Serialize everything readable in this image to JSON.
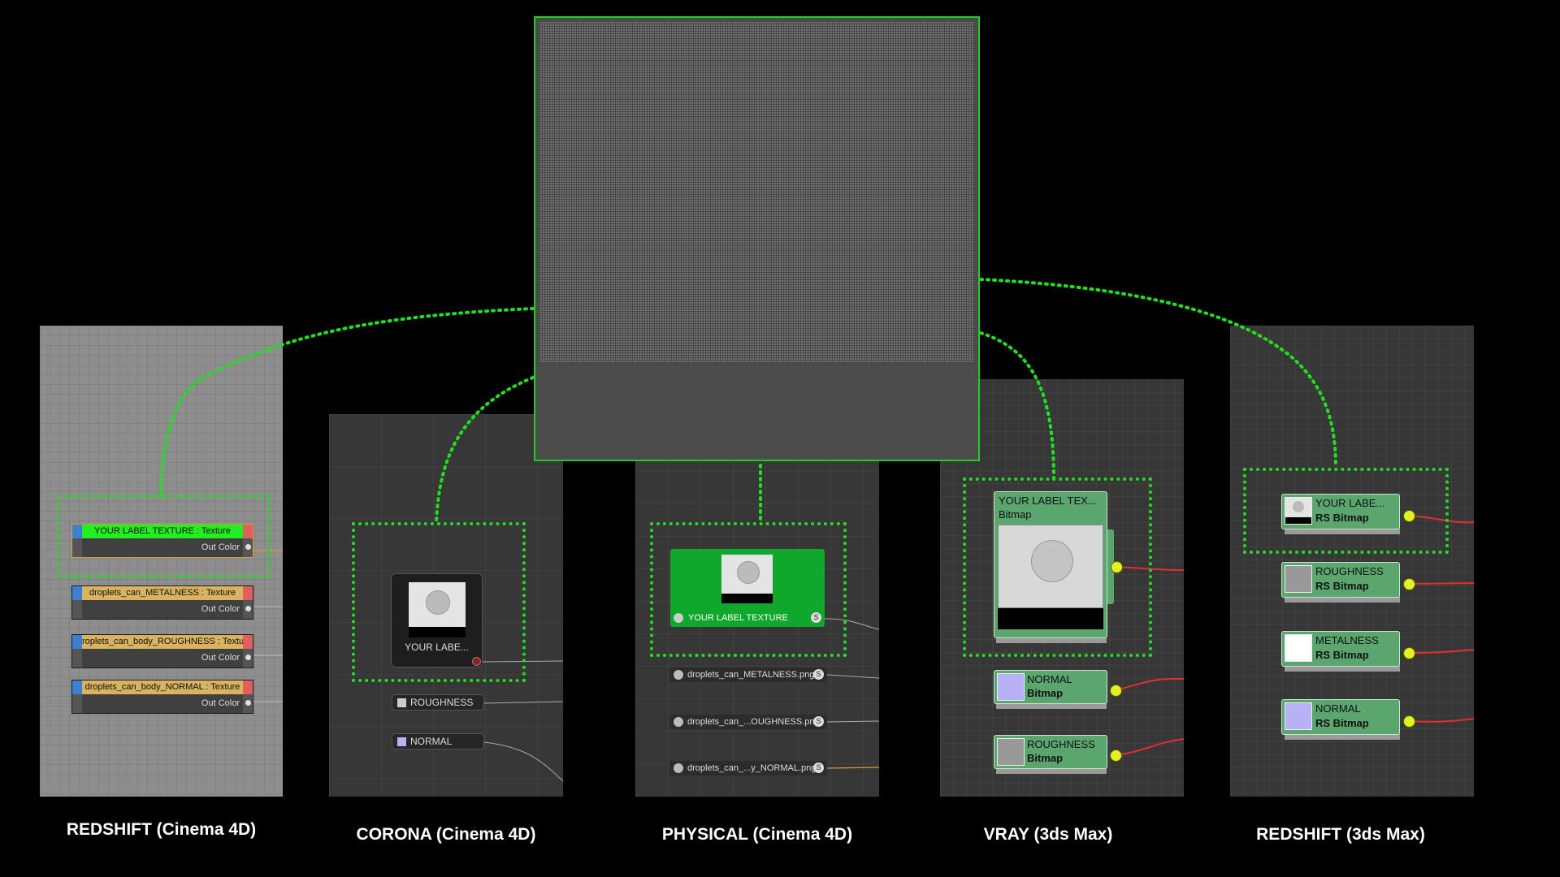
{
  "captions": {
    "rs_c4d": "REDSHIFT (Cinema 4D)",
    "corona": "CORONA (Cinema 4D)",
    "physical": "PHYSICAL (Cinema 4D)",
    "vray": "VRAY (3ds Max)",
    "rs_max": "REDSHIFT (3ds Max)"
  },
  "redshift_c4d": {
    "nodes": [
      {
        "title": "YOUR LABEL TEXTURE : Texture",
        "out": "Out Color"
      },
      {
        "title": "droplets_can_METALNESS : Texture",
        "out": "Out Color"
      },
      {
        "title": "roplets_can_body_ROUGHNESS : Textu",
        "out": "Out Color"
      },
      {
        "title": "droplets_can_body_NORMAL : Texture",
        "out": "Out Color"
      }
    ]
  },
  "corona": {
    "main_label": "YOUR LABE...",
    "roughness": "ROUGHNESS",
    "normal": "NORMAL"
  },
  "physical": {
    "main_label": "YOUR LABEL TEXTURE",
    "tags": [
      "droplets_can_METALNESS.png",
      "droplets_can_...OUGHNESS.png",
      "droplets_can_...y_NORMAL.png"
    ],
    "s_icon": "S"
  },
  "vray": {
    "main": {
      "title": "YOUR LABEL TEX...",
      "sub": "Bitmap"
    },
    "normal": {
      "title": "NORMAL",
      "sub": "Bitmap"
    },
    "roughness": {
      "title": "ROUGHNESS",
      "sub": "Bitmap"
    }
  },
  "redshift_max": {
    "nodes": [
      {
        "title": "YOUR LABE...",
        "sub": "RS Bitmap"
      },
      {
        "title": "ROUGHNESS",
        "sub": "RS Bitmap"
      },
      {
        "title": "METALNESS",
        "sub": "RS Bitmap"
      },
      {
        "title": "NORMAL",
        "sub": "RS Bitmap"
      }
    ]
  },
  "colors": {
    "highlight_green": "#22dd22",
    "wire_red": "#e03030",
    "normal_swatch": "#b7b2f5",
    "roughness_swatch": "#999999",
    "metalness_swatch": "#ffffff"
  }
}
